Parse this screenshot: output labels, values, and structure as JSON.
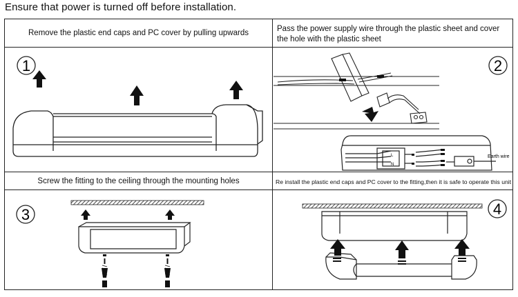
{
  "heading": "Ensure that power is turned off before installation.",
  "steps": [
    {
      "number": "1",
      "caption": "Remove  the  plastic end caps and PC cover  by  pulling  upwards"
    },
    {
      "number": "2",
      "caption": "Pass the power supply wire through the plastic sheet and cover the hole with the plastic sheet"
    },
    {
      "number": "3",
      "caption": "Screw the fitting to the ceiling through the mounting holes"
    },
    {
      "number": "4",
      "caption": "Re install the plastic end caps and PC cover to the fitting,then  it  is  safe  to  operate  this  unit"
    }
  ],
  "labels": {
    "earth_wire": "Earth wire",
    "terminal_l": "L",
    "terminal_n": "N"
  },
  "icons": [
    "up-arrow-icon",
    "screw-icon",
    "ceiling-hatch-icon",
    "wire-connector-icon"
  ]
}
